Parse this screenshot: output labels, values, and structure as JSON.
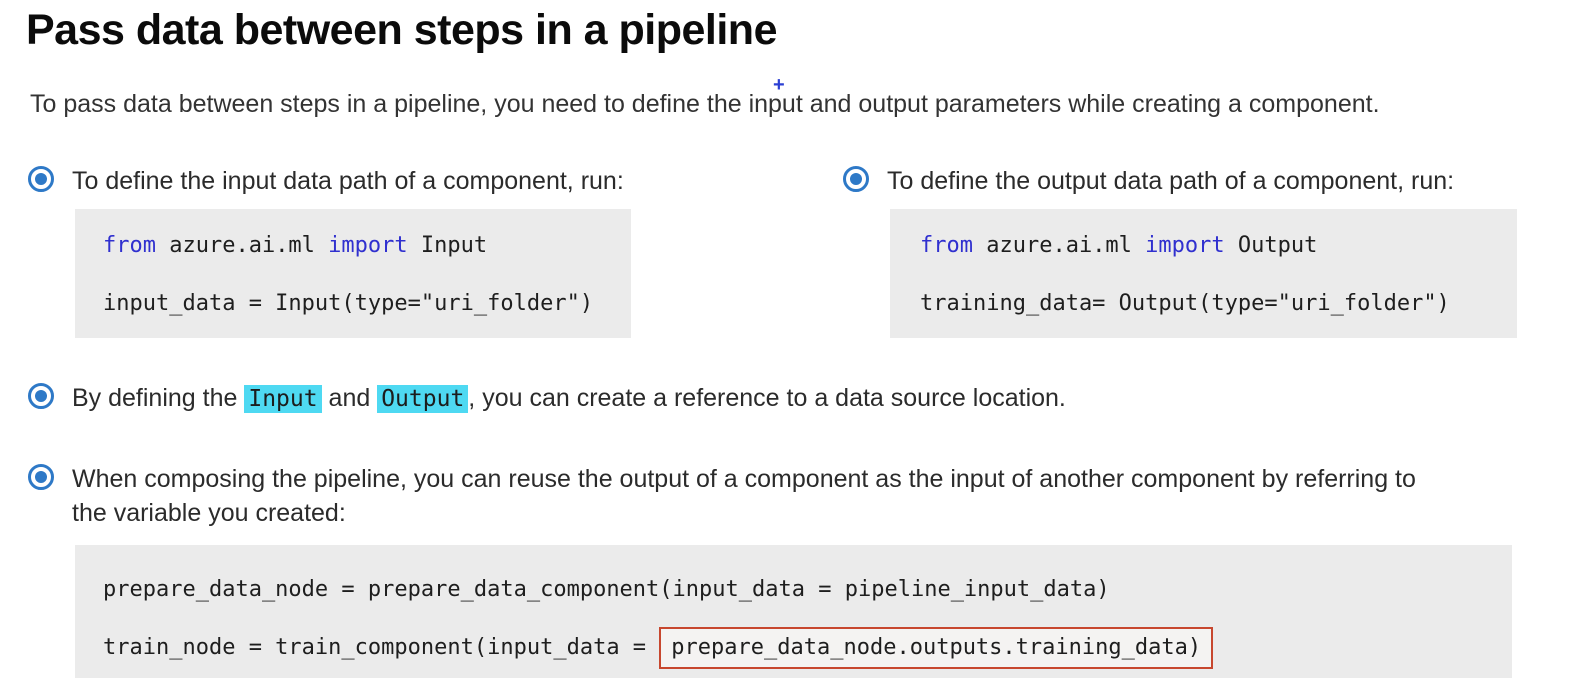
{
  "title": "Pass data between steps in a pipeline",
  "intro": {
    "text": "To pass data between steps in a pipeline, you need to define the input and output parameters while creating a component.",
    "cursor_plus": "+"
  },
  "bullets": {
    "input": {
      "label": "To define the input data path of a component, run:"
    },
    "output": {
      "label": "To define the output data path of a component, run:"
    },
    "reference": {
      "pre": "By defining the ",
      "hl1": "Input",
      "mid": " and ",
      "hl2": "Output",
      "post": ", you can create a reference to a data source location."
    },
    "compose": {
      "label": "When composing the pipeline, you can reuse the output of a component as the input of another component by referring to the variable you created:"
    }
  },
  "code_blocks": {
    "input": {
      "line1": {
        "kw1": "from",
        "mod": " azure.ai.ml ",
        "kw2": "import",
        "name": " Input"
      },
      "line2": "input_data = Input(type=\"uri_folder\")"
    },
    "output": {
      "line1": {
        "kw1": "from",
        "mod": " azure.ai.ml ",
        "kw2": "import",
        "name": " Output"
      },
      "line2": "training_data= Output(type=\"uri_folder\")"
    },
    "pipeline": {
      "line1": "prepare_data_node = prepare_data_component(input_data = pipeline_input_data)",
      "line2_prefix": "train_node = train_component(input_data = ",
      "line2_boxed": "prepare_data_node.outputs.training_data)"
    }
  },
  "colors": {
    "keyword_blue": "#3030cf",
    "bullet_blue": "#2e79c7",
    "highlight_cyan": "#4ed9f2",
    "code_background": "#ebebeb",
    "annotation_red": "#c7472e"
  }
}
